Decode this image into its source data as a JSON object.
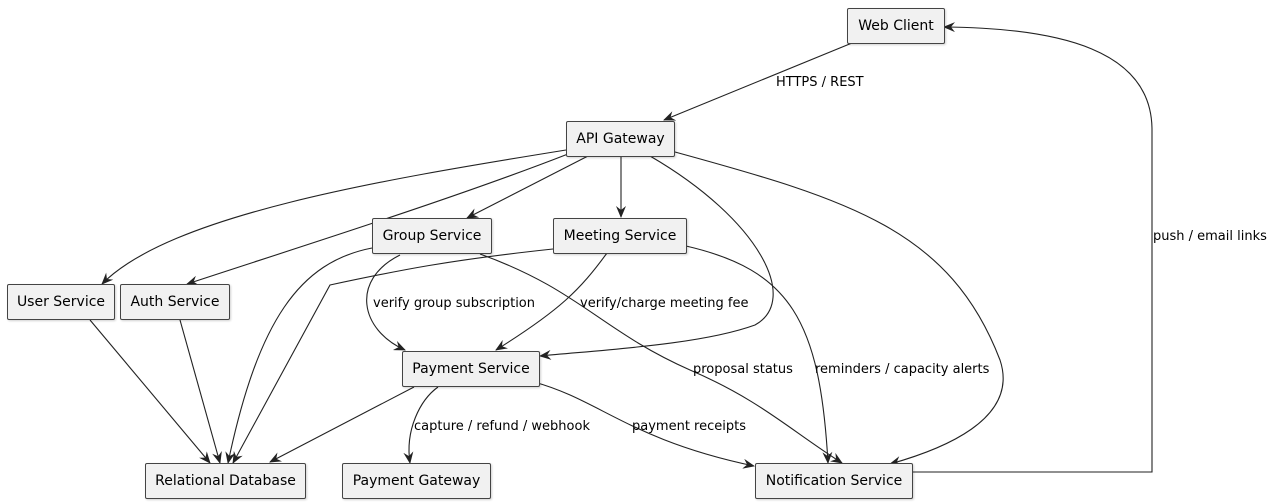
{
  "diagram": {
    "nodes": {
      "web_client": "Web Client",
      "api_gateway": "API Gateway",
      "group_service": "Group Service",
      "meeting_service": "Meeting Service",
      "user_service": "User Service",
      "auth_service": "Auth Service",
      "payment_service": "Payment Service",
      "relational_database": "Relational Database",
      "payment_gateway": "Payment Gateway",
      "notification_service": "Notification Service"
    },
    "edge_labels": {
      "https_rest": "HTTPS / REST",
      "push_email_links": "push / email links",
      "verify_group_subscription": "verify group subscription",
      "verify_charge_meeting_fee": "verify/charge meeting fee",
      "proposal_status": "proposal status",
      "reminders_capacity_alerts": "reminders / capacity alerts",
      "capture_refund_webhook": "capture / refund / webhook",
      "payment_receipts": "payment receipts"
    },
    "colors": {
      "node_fill": "#f1f1f1",
      "node_border": "#444444",
      "edge": "#222222"
    }
  }
}
